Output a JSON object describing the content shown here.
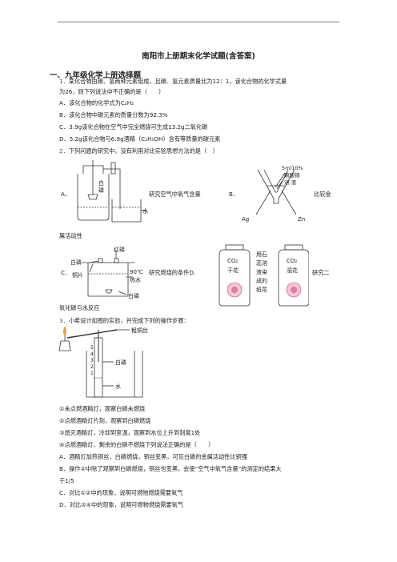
{
  "doc": {
    "title": "南阳市上册期末化学试题(含答案)",
    "section": "一、九年级化学上册选择题"
  },
  "q1": {
    "num": "1．",
    "stem": "某化合物由碳、氢两种元素组成，且碳、氢元素质量比为12：1，该化合物的化学式量",
    "stem2": "为26，则下列说法中不正确的是（　　）",
    "A": "A．该化合物的化学式为C₂H₂",
    "B": "B．该化合物中碳元素的质量分数为92.3%",
    "C": "C．3.9g该化合物在空气中完全燃烧可生成13.2g二氧化碳",
    "D": "D．5.2g该化合物与6.9g酒精（C₂H₅OH）含有等质量的碳元素"
  },
  "q2": {
    "num": "2．",
    "stem": "下列问题的研究中，没有利用对比实验思想方法的是（　）",
    "A_letter": "A．",
    "A_text": "研究空气中氧气含量",
    "B_letter": "B．",
    "B_text": "比较金",
    "B_text2": "属活动性",
    "C_letter": "C．",
    "C_text": "研究燃烧的条件D.",
    "D_text": "研究二",
    "D_text2": "氧化碳与水反应",
    "figA": {
      "label1": "白",
      "label2": "磷",
      "label3": "水"
    },
    "figB": {
      "sol1": "5ml10%",
      "sol2": "硫酸铜",
      "sol3": "溶 液",
      "left": "Ag",
      "right": "Zn"
    },
    "figC": {
      "red": "红磷",
      "white1": "白磷",
      "copper": "铜片",
      "temp": "90℃",
      "hot": "热水",
      "white2": "白磷"
    },
    "figD": {
      "co2a": "CO₂",
      "dry": "干花",
      "mid1": "用石",
      "mid2": "蕊溶",
      "mid3": "液染",
      "mid4": "成的",
      "mid5": "纸花",
      "co2b": "CO₂",
      "wet": "湿花"
    }
  },
  "q3": {
    "num": "3．",
    "stem": "小希设计如图的实验，并完成下列的操作步骤：",
    "fig": {
      "wire": "粗铜丝",
      "white": "白磷",
      "water": "水",
      "t5": "5",
      "t4": "4",
      "t3": "3",
      "t2": "2",
      "t1": "1"
    },
    "s1": "①未点燃酒精灯，观察白磷未燃烧",
    "s2": "②点燃酒精灯片刻，观察到白磷燃烧",
    "s3": "③熄灭酒精灯，冷却到室温，观察到水位上升到刻度1处",
    "s4": "④点燃酒精灯，剩余的白磷不燃烧下列说法正确的是（　　）",
    "A": "A．酒精灯加热铜丝，白磷燃烧，铜丝变黑，可见白磷的金属活动性比铜强",
    "B": "B．操作②中除了观察到白磷燃烧，铜丝也变黑，会使“空气中氧气含量”的测定的结果大",
    "B2": "于1/5",
    "C": "C．对比①②中的现象，说明可燃物燃烧需要氧气",
    "D": "D．对比②④中的现象，说明可燃物燃烧需要氧气"
  }
}
